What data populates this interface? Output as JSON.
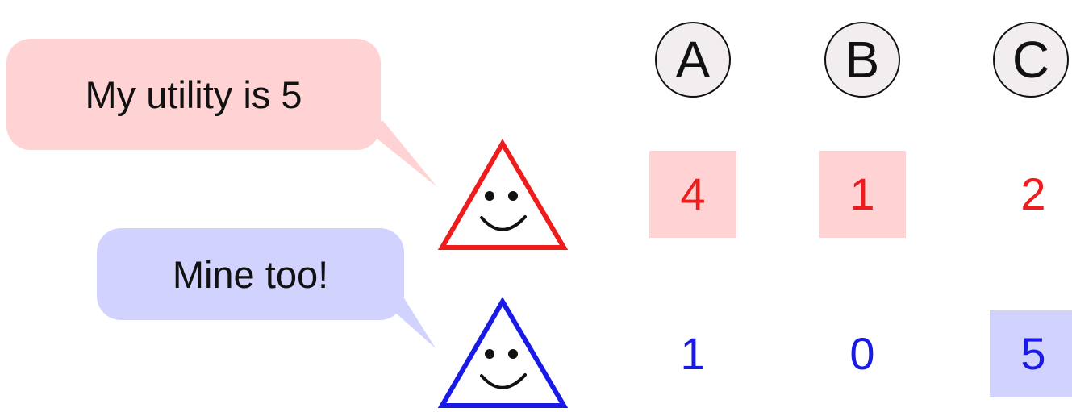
{
  "speech": {
    "red_agent": "My utility is 5",
    "blue_agent": "Mine too!"
  },
  "options": [
    "A",
    "B",
    "C"
  ],
  "utilities": {
    "red_agent": {
      "values": [
        "4",
        "1",
        "2"
      ],
      "highlighted": [
        true,
        true,
        false
      ],
      "color": "#ee1c1c",
      "highlight_color": "#ffd3d3"
    },
    "blue_agent": {
      "values": [
        "1",
        "0",
        "5"
      ],
      "highlighted": [
        false,
        false,
        true
      ],
      "color": "#1a1ae6",
      "highlight_color": "#d2d2ff"
    }
  },
  "agents": [
    {
      "name": "red-agent",
      "shape": "triangle",
      "face": "smiley",
      "color": "#ee1c1c"
    },
    {
      "name": "blue-agent",
      "shape": "triangle",
      "face": "smiley",
      "color": "#1a1ae6"
    }
  ]
}
